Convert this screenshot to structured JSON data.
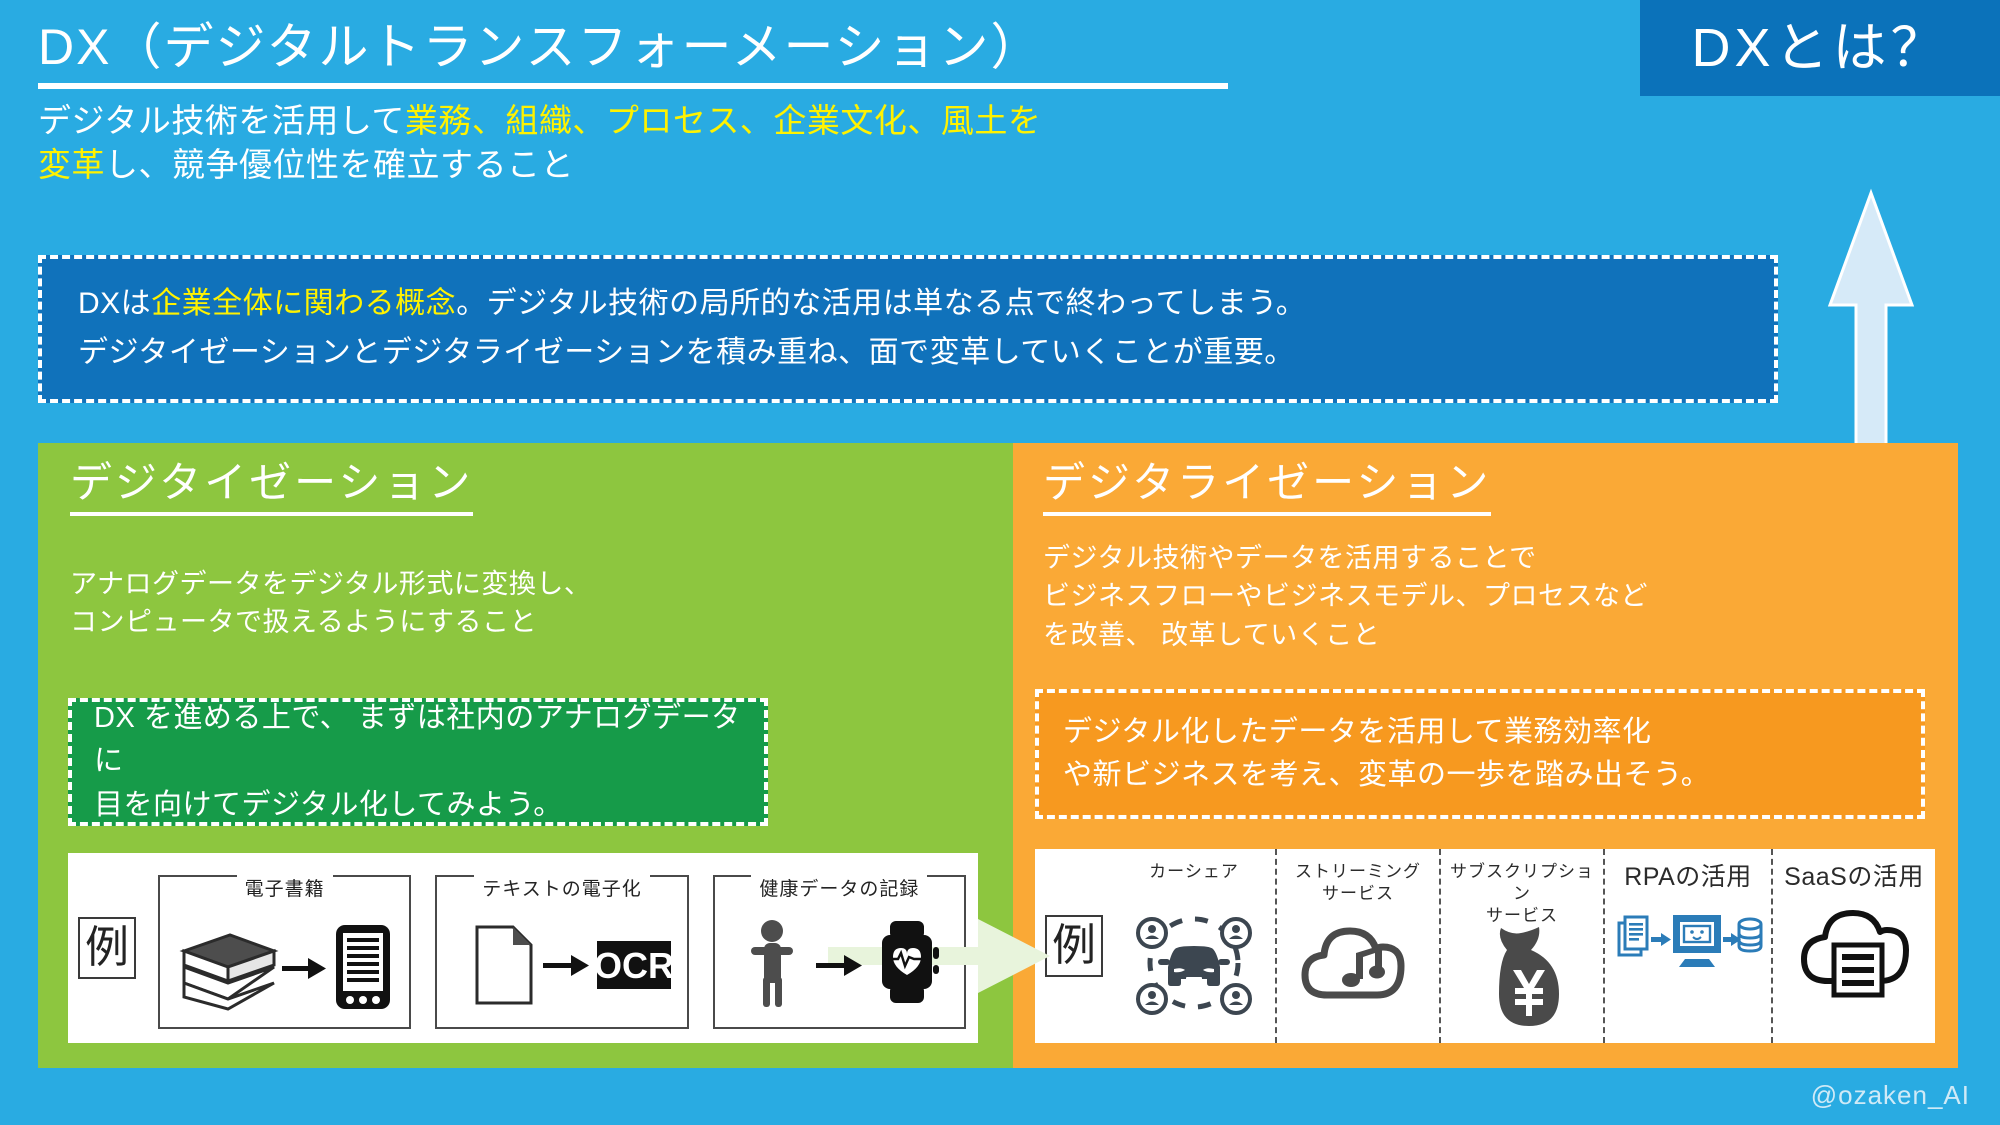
{
  "badge": {
    "label": "DXとは？"
  },
  "header": {
    "title": "DX（デジタルトランスフォーメーション）",
    "subtitle_parts": [
      {
        "text": "デジタル技術を活用して",
        "highlight": false
      },
      {
        "text": "業務、組織、プロセス、企業文化、風土を変革",
        "highlight": true
      },
      {
        "text": "し、競争優位性を確立すること",
        "highlight": false
      }
    ],
    "subtitle_line1_plain": "デジタル技術を活用して",
    "subtitle_line1_hi": "業務、組織、プロセス、企業文化、風土を",
    "subtitle_line2_hi": "変革",
    "subtitle_line2_plain": "し、競争優位性を確立すること"
  },
  "callout": {
    "line1_a": "DXは",
    "line1_hi": "企業全体に関わる概念",
    "line1_b": "。デジタル技術の局所的な活用は単なる点で終わってしまう。",
    "line2": "デジタイゼーションとデジタライゼーションを積み重ね、面で変革していくことが重要。"
  },
  "green_panel": {
    "heading": "デジタイゼーション",
    "body_lines": [
      "アナログデータをデジタル形式に変換し、",
      "コンピュータで扱えるようにすること"
    ],
    "emphasis_lines": [
      "DX を進める上で、 まずは社内のアナログデータに",
      "目を向けてデジタル化してみよう。"
    ],
    "examples_label": "例",
    "examples": [
      {
        "caption": "電子書籍",
        "from_icon": "books-icon",
        "to_icon": "tablet-ereader-icon"
      },
      {
        "caption": "テキストの電子化",
        "from_icon": "document-icon",
        "to_icon": "ocr-icon",
        "to_text": "OCR"
      },
      {
        "caption": "健康データの記録",
        "from_icon": "person-icon",
        "to_icon": "smartwatch-heart-icon"
      }
    ]
  },
  "orange_panel": {
    "heading": "デジタライゼーション",
    "body_lines": [
      "デジタル技術やデータを活用することで",
      "ビジネスフローやビジネスモデル、プロセスなど",
      "を改善、 改革していくこと"
    ],
    "emphasis_lines": [
      "デジタル化したデータを活用して業務効率化",
      "や新ビジネスを考え、変革の一歩を踏み出そう。"
    ],
    "examples_label": "例",
    "examples": [
      {
        "caption": "カーシェア",
        "icon": "car-share-icon",
        "big": false
      },
      {
        "caption": "ストリーミング\nサービス",
        "icon": "cloud-music-icon",
        "big": false
      },
      {
        "caption": "サブスクリプション\nサービス",
        "icon": "money-bag-yen-icon",
        "big": false
      },
      {
        "caption": "RPAの活用",
        "icon": "rpa-robot-icon",
        "big": true
      },
      {
        "caption": "SaaSの活用",
        "icon": "cloud-server-icon",
        "big": true
      }
    ]
  },
  "flow_arrow": {
    "name": "green-to-orange-arrow"
  },
  "up_arrow": {
    "name": "upward-progression-arrow"
  },
  "watermark": {
    "text": "@ozaken_AI"
  },
  "colors": {
    "background": "#29abe2",
    "badge": "#0b72ba",
    "callout": "#1072bb",
    "green": "#8dc63f",
    "green_dark": "#169b49",
    "orange": "#faa936",
    "orange_dark": "#f7991f",
    "highlight_yellow": "#fff200",
    "white": "#ffffff"
  }
}
